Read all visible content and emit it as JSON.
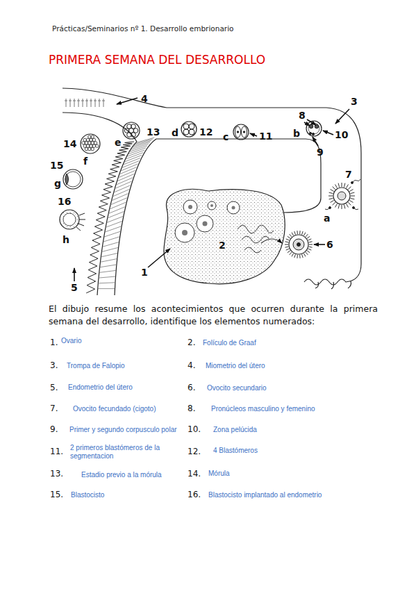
{
  "diagram": {
    "title": "PRIMERA SEMANA DEL DESARROLLO",
    "labels": [
      "Prácticas/Seminarios nº 1. Desarrollo embrionario",
      "4",
      "3",
      "8",
      "14",
      "13",
      "12",
      "d",
      "c",
      "11",
      "e",
      "b",
      "10",
      "9",
      "f",
      "15",
      "7",
      "g",
      "16",
      "a",
      "h",
      "2",
      "6",
      "1",
      "5",
      "El dibujo resume los acontecimientos que ocurren durante la primera semana del desarrollo, identifique los elementos numerados:",
      "1.",
      "Ovario",
      "2.",
      "Folículo de Graaf",
      "3.",
      "Trompa de Falopio",
      "4.",
      "Miometrio del útero",
      "5.",
      "Endometrio del útero",
      "6.",
      "Ovocito secundario",
      "7.",
      "Ovocito fecundado (cigoto)",
      "8.",
      "Pronúcleos masculino y femenino",
      "9.",
      "Primer y segundo corpusculo polar",
      "10.",
      "Zona pelúcida",
      "11.",
      "2 primeros blastómeros de la segmentacion",
      "12.",
      "4 Blastómeros",
      "13.",
      "Estadio previo a la mórula",
      "14.",
      "Mórula",
      "15.",
      "Blastocisto",
      "16.",
      "Blastocisto implantado al endometrio"
    ]
  }
}
